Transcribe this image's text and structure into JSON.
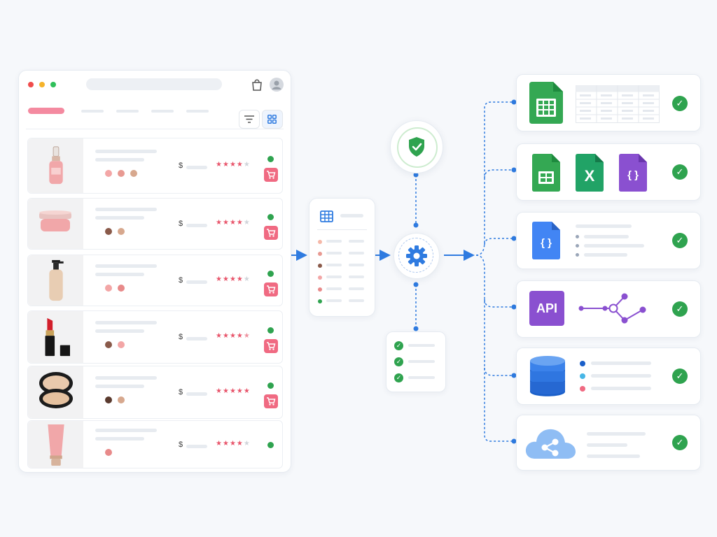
{
  "browser": {
    "traffic_lights": [
      "#f04c4c",
      "#f5b32b",
      "#2fbf5a"
    ],
    "icons": [
      "shopping-bag-icon",
      "avatar"
    ],
    "toolbar_icons": [
      "filter-icon",
      "grid-view-icon"
    ]
  },
  "products": [
    {
      "icon": "serum-bottle-icon",
      "swatches": [
        "#f3a6a6",
        "#e89a92",
        "#d7a88e"
      ],
      "currency": "$",
      "stars": 4,
      "in_stock_color": "#2fa34f"
    },
    {
      "icon": "cream-jar-icon",
      "swatches": [
        "#8a5a4a",
        "#d7a88e"
      ],
      "currency": "$",
      "stars": 4,
      "in_stock_color": "#2fa34f"
    },
    {
      "icon": "foundation-bottle-icon",
      "swatches": [
        "#f3a6a6",
        "#e88a8a"
      ],
      "currency": "$",
      "stars": 4,
      "in_stock_color": "#2fa34f"
    },
    {
      "icon": "lipstick-icon",
      "swatches": [
        "#8a5a4a",
        "#f3a6a6"
      ],
      "currency": "$",
      "stars": 4.5,
      "in_stock_color": "#2fa34f"
    },
    {
      "icon": "powder-compact-icon",
      "swatches": [
        "#5a3a2e",
        "#d7a88e"
      ],
      "currency": "$",
      "stars": 5,
      "in_stock_color": "#2fa34f"
    },
    {
      "icon": "cream-tube-icon",
      "swatches": [
        "#e88a8a"
      ],
      "currency": "$",
      "stars": 4,
      "in_stock_color": "#2fa34f"
    }
  ],
  "pipeline": {
    "security_icon": "shield-check-icon",
    "processor_icon": "gear-icon",
    "table_icon": "table-icon",
    "validation_checks": 3
  },
  "outputs": [
    {
      "name": "spreadsheet",
      "icons": [
        "google-sheets-icon"
      ]
    },
    {
      "name": "file-formats",
      "icons": [
        "sheets-file-icon",
        "excel-file-icon",
        "json-file-icon"
      ]
    },
    {
      "name": "json-export",
      "icons": [
        "json-file-icon"
      ]
    },
    {
      "name": "api",
      "icons": [
        "api-icon",
        "network-graph-icon"
      ],
      "label": "API"
    },
    {
      "name": "database",
      "icons": [
        "database-icon"
      ]
    },
    {
      "name": "cloud",
      "icons": [
        "cloud-share-icon"
      ]
    }
  ],
  "labels": {
    "excel": "X",
    "json": "{ }",
    "api": "API",
    "check": "✓"
  },
  "colors": {
    "accent_blue": "#2f7be0",
    "success_green": "#2fa34f",
    "cart_pink": "#f06a82",
    "api_purple": "#8a50d0",
    "sheets_green": "#34a853",
    "excel_green": "#21a366",
    "json_blue": "#4285f4"
  }
}
